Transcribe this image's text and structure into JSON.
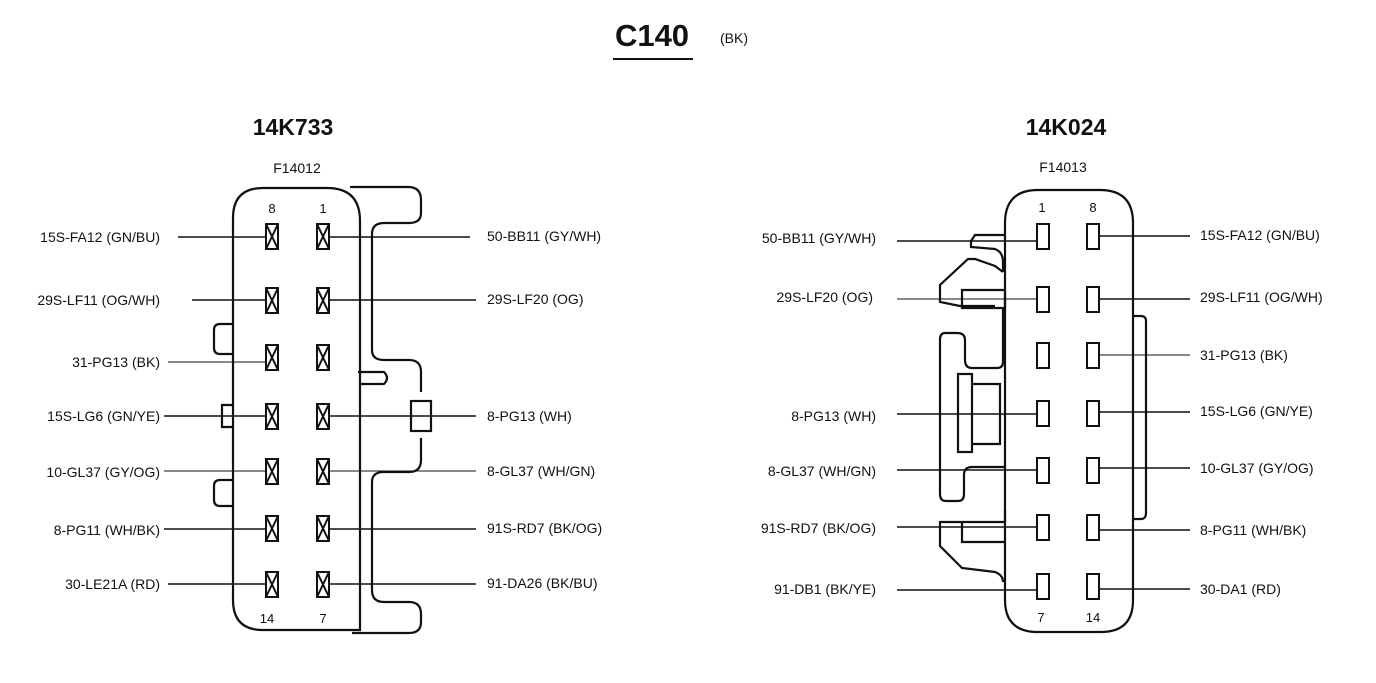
{
  "header": {
    "connector": "C140",
    "color": "(BK)"
  },
  "left": {
    "title": "14K733",
    "part": "F14012",
    "col_top": [
      "8",
      "1"
    ],
    "col_bottom": [
      "14",
      "7"
    ],
    "wires_left": [
      "15S-FA12 (GN/BU)",
      "29S-LF11 (OG/WH)",
      "31-PG13 (BK)",
      "15S-LG6 (GN/YE)",
      "10-GL37 (GY/OG)",
      "8-PG11 (WH/BK)",
      "30-LE21A (RD)"
    ],
    "wires_right": [
      "50-BB11 (GY/WH)",
      "29S-LF20 (OG)",
      "",
      "8-PG13 (WH)",
      "8-GL37 (WH/GN)",
      "91S-RD7 (BK/OG)",
      "91-DA26 (BK/BU)"
    ]
  },
  "right": {
    "title": "14K024",
    "part": "F14013",
    "col_top": [
      "1",
      "8"
    ],
    "col_bottom": [
      "7",
      "14"
    ],
    "wires_left": [
      "50-BB11 (GY/WH)",
      "29S-LF20 (OG)",
      "",
      "8-PG13 (WH)",
      "8-GL37 (WH/GN)",
      "91S-RD7 (BK/OG)",
      "91-DB1 (BK/YE)"
    ],
    "wires_right": [
      "15S-FA12 (GN/BU)",
      "29S-LF11 (OG/WH)",
      "31-PG13 (BK)",
      "15S-LG6 (GN/YE)",
      "10-GL37 (GY/OG)",
      "8-PG11 (WH/BK)",
      "30-DA1 (RD)"
    ]
  }
}
